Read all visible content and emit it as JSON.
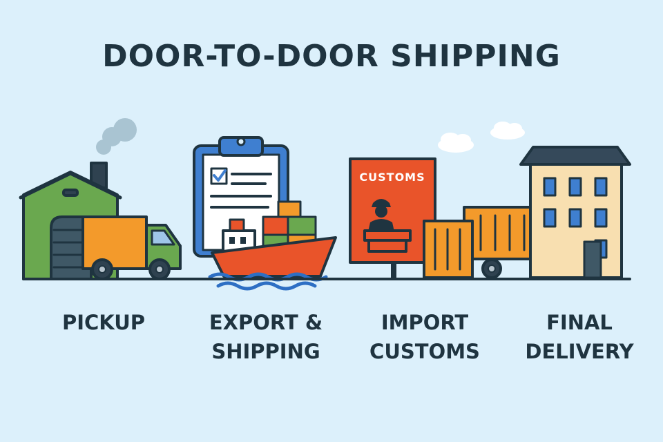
{
  "title": "DOOR-TO-DOOR SHIPPING",
  "steps": [
    {
      "lines": [
        "PICKUP"
      ]
    },
    {
      "lines": [
        "EXPORT &",
        "SHIPPING"
      ]
    },
    {
      "lines": [
        "IMPORT",
        "CUSTOMS"
      ]
    },
    {
      "lines": [
        "FINAL",
        "DELIVERY"
      ]
    }
  ],
  "customs_sign": "CUSTOMS",
  "colors": {
    "background": "#dcf0fb",
    "outline": "#1f3440",
    "green": "#6aa84f",
    "orange": "#f39a2b",
    "red_orange": "#e9542a",
    "blue": "#3f7fd0",
    "building": "#f8dfb0"
  }
}
